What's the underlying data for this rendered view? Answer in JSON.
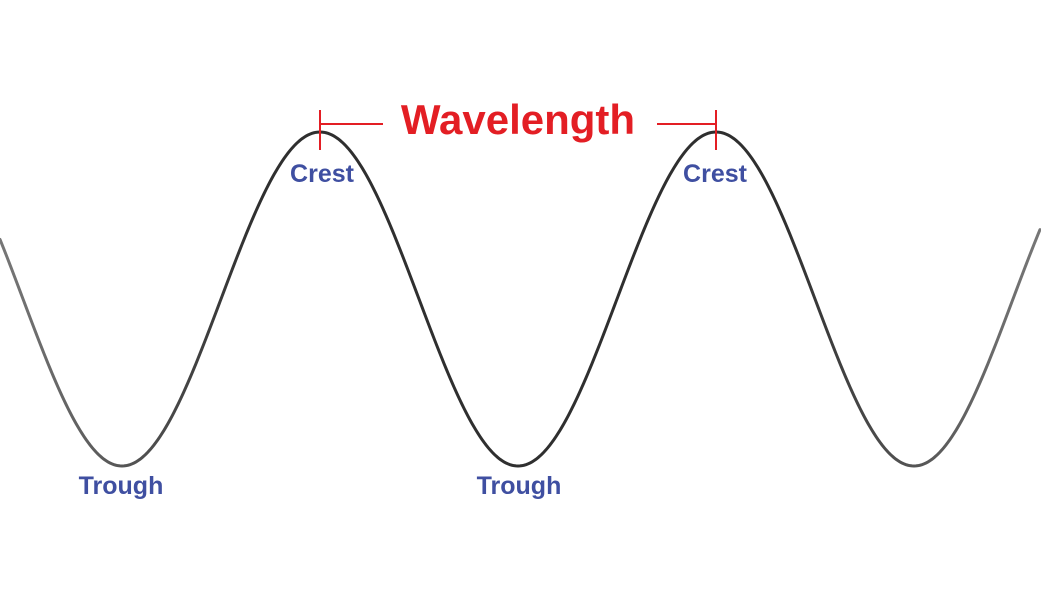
{
  "diagram": {
    "title": "Wavelength",
    "labels": {
      "crest_left": "Crest",
      "crest_right": "Crest",
      "trough_left": "Trough",
      "trough_middle": "Trough"
    },
    "colors": {
      "wave": "#333333",
      "wave_edge": "#777777",
      "measure": "#e31e24",
      "label": "#3f4fa1"
    }
  }
}
